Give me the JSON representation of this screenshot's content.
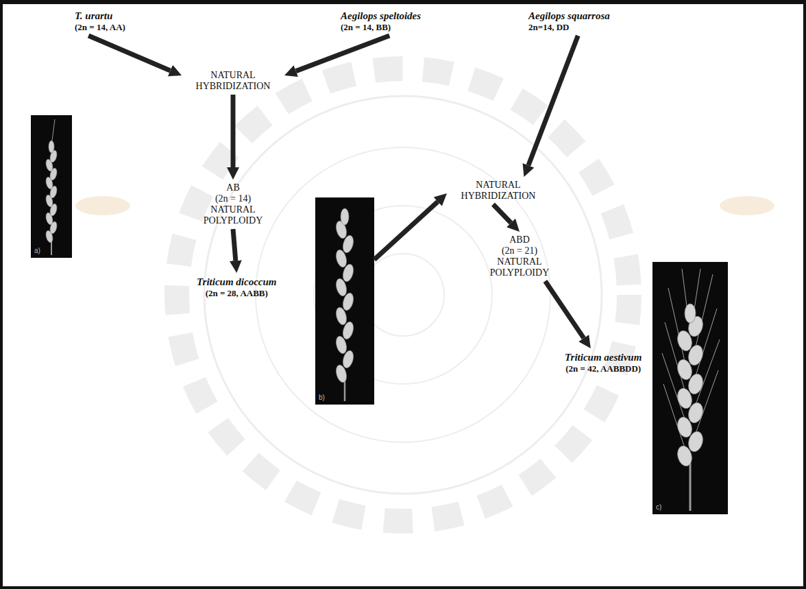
{
  "diagram": {
    "nodes": [
      {
        "text": [
          "T. urartu",
          "(2n = 14, AA)"
        ]
      },
      {
        "text": [
          "Aegilops speltoides",
          "(2n = 14, BB)"
        ]
      },
      {
        "text": [
          "Aegilops squarrosa",
          "2n=14, DD"
        ]
      },
      {
        "text": [
          "NATURAL HYBRIDIZATION"
        ]
      },
      {
        "text": [
          "a)"
        ]
      },
      {
        "text": [
          "AB",
          "(2n = 14)",
          "NATURAL POLYPLOIDY"
        ]
      },
      {
        "text": [
          "NATURAL HYBRIDIZATION"
        ]
      },
      {
        "text": [
          "b)"
        ]
      },
      {
        "text": [
          "ABD",
          "(2n = 21)",
          "NATURAL POLYPLOIDY"
        ]
      },
      {
        "text": [
          "Triticum dicoccum",
          "(2n = 28, AABB)"
        ]
      },
      {
        "text": [
          "c)"
        ]
      },
      {
        "text": [
          "Triticum aestivum",
          "(2n = 42, AABBDD)"
        ]
      }
    ],
    "edges": [
      {
        "from": 0,
        "to": 3,
        "arrow": "to"
      },
      {
        "from": 1,
        "to": 3,
        "arrow": "to"
      },
      {
        "from": 3,
        "to": 5,
        "arrow": "to"
      },
      {
        "from": 5,
        "to": 9,
        "arrow": "to"
      },
      {
        "from": 2,
        "to": 6,
        "arrow": "to"
      },
      {
        "from": 7,
        "to": 6,
        "arrow": "to"
      },
      {
        "from": 6,
        "to": 8,
        "arrow": "to"
      },
      {
        "from": 8,
        "to": 11,
        "arrow": "to"
      }
    ]
  }
}
